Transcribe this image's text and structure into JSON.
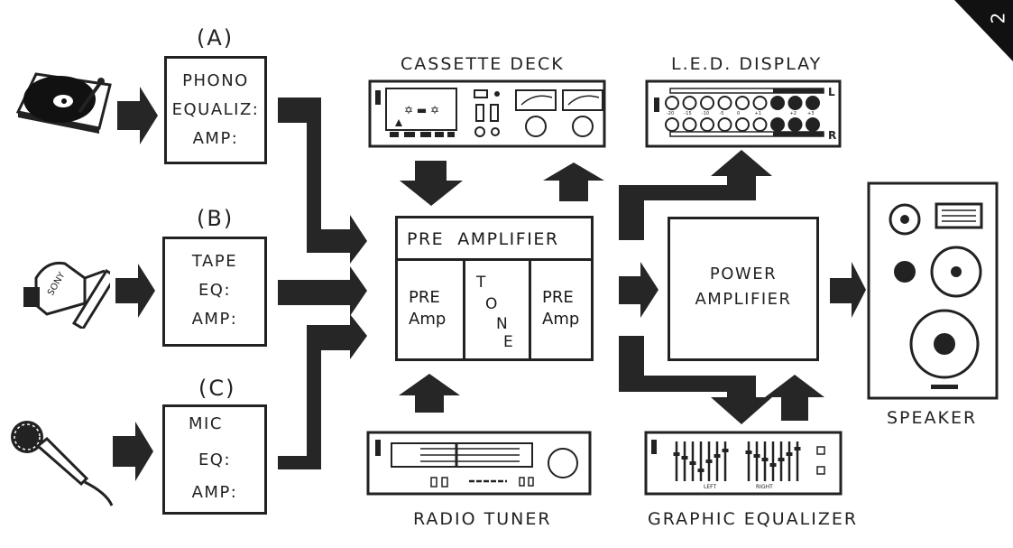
{
  "diagram": {
    "title": "Audio system block diagram",
    "corner_mark": "2",
    "sources": [
      {
        "id": "A",
        "tag": "(A)",
        "device": "turntable",
        "lines": [
          "PHONO",
          "EQUALIZ:",
          "AMP:"
        ]
      },
      {
        "id": "B",
        "tag": "(B)",
        "device": "tape-head",
        "lines": [
          "TAPE",
          "EQ:",
          "AMP:"
        ]
      },
      {
        "id": "C",
        "tag": "(C)",
        "device": "microphone",
        "lines": [
          "MIC",
          "EQ:",
          "AMP:"
        ]
      }
    ],
    "preamp": {
      "title": "PRE  AMPLIFIER",
      "left_cell": [
        "PRE",
        "Amp"
      ],
      "tone_letters": [
        "T",
        "O",
        "N",
        "E"
      ],
      "right_cell": [
        "PRE",
        "Amp"
      ]
    },
    "power_amp": {
      "lines": [
        "POWER",
        "AMPLIFIER"
      ]
    },
    "devices": {
      "cassette_deck": "CASSETTE DECK",
      "led_display": "L.E.D. DISPLAY",
      "radio_tuner": "RADIO TUNER",
      "graphic_equalizer": "GRAPHIC EQUALIZER",
      "speaker": "SPEAKER"
    },
    "led_display": {
      "channel_top": "L",
      "channel_bottom": "R",
      "scale": [
        "-20",
        "-15",
        "-10",
        "-5",
        "0",
        "+1",
        "+2",
        "+3"
      ],
      "lit_count": 3,
      "total_count": 9
    },
    "equalizer": {
      "left_label": "LEFT",
      "right_label": "RIGHT"
    },
    "colors": {
      "ink": "#222222",
      "paper": "#ffffff"
    }
  }
}
